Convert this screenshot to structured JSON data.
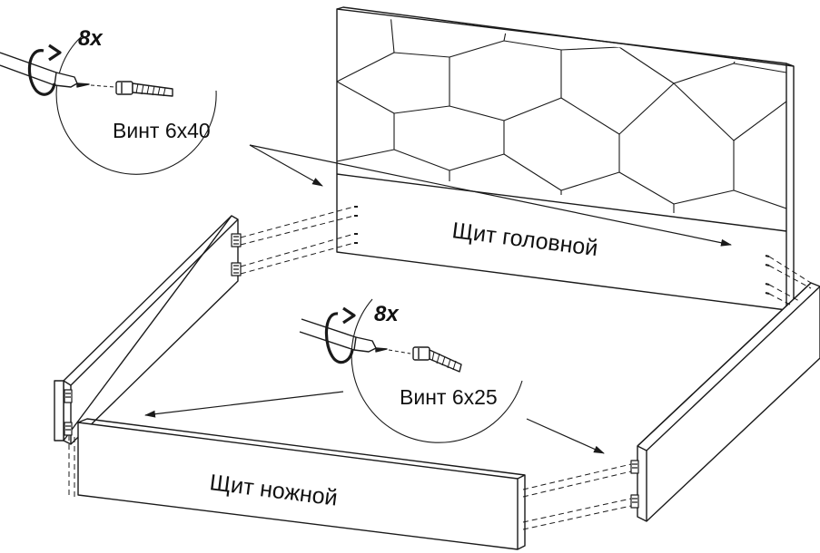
{
  "callouts": {
    "top": {
      "quantity": "8x",
      "screw_label": "Винт 6x40"
    },
    "middle": {
      "quantity": "8x",
      "screw_label": "Винт 6x25"
    }
  },
  "panels": {
    "head": "Щит головной",
    "foot": "Щит ножной"
  },
  "colors": {
    "line": "#1a1a1a",
    "background": "#ffffff"
  },
  "icons": [
    "screwdriver-icon",
    "rotation-arrow-icon",
    "screw-icon",
    "bracket-icon"
  ]
}
